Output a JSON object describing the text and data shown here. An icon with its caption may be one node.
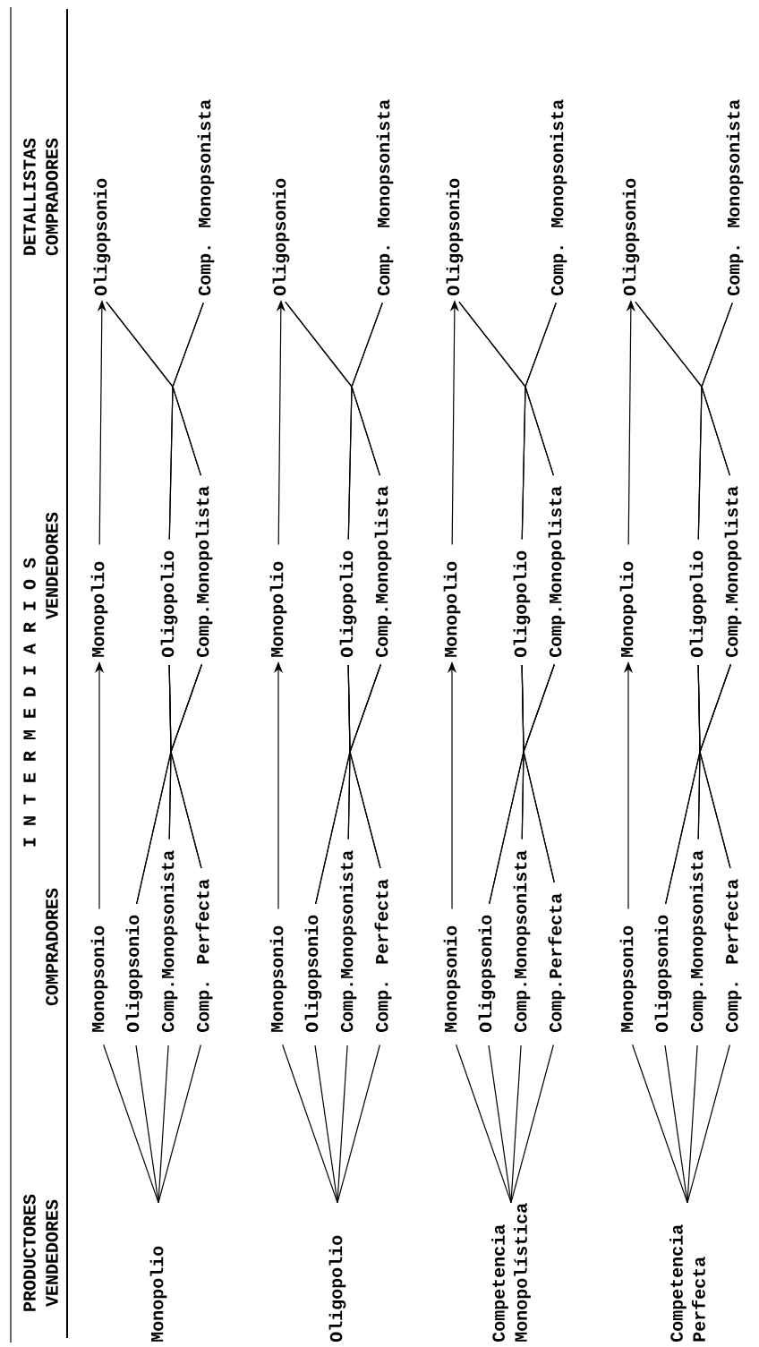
{
  "diagram": {
    "nodes": [
      {
        "text": [
          "Monopolio"
        ]
      },
      {
        "text": [
          "Monopsonio"
        ]
      },
      {
        "text": [
          "Oligopsonio"
        ]
      },
      {
        "text": [
          "Comp.Monopsonista"
        ]
      },
      {
        "text": [
          "Comp. Perfecta"
        ]
      },
      {
        "text": [
          "Monopolio"
        ]
      },
      {
        "text": [
          "Oligopolio"
        ]
      },
      {
        "text": [
          "Comp.Monopolista"
        ]
      },
      {
        "text": [
          "Oligopsonio"
        ]
      },
      {
        "text": [
          "Comp. Monopsonista"
        ]
      },
      {
        "text": [
          "Oligopolio"
        ]
      },
      {
        "text": [
          "Monopsonio"
        ]
      },
      {
        "text": [
          "Oligopsonio"
        ]
      },
      {
        "text": [
          "Comp.Monopsonista"
        ]
      },
      {
        "text": [
          "Comp. Perfecta"
        ]
      },
      {
        "text": [
          "Monopolio"
        ]
      },
      {
        "text": [
          "Oligopolio"
        ]
      },
      {
        "text": [
          "Comp.Monopolista"
        ]
      },
      {
        "text": [
          "Oligopsonio"
        ]
      },
      {
        "text": [
          "Comp. Monopsonista"
        ]
      },
      {
        "text": [
          "Competencia Monopolística"
        ]
      },
      {
        "text": [
          "Monopsonio"
        ]
      },
      {
        "text": [
          "Oligopsonio"
        ]
      },
      {
        "text": [
          "Comp.Monopsonista"
        ]
      },
      {
        "text": [
          "Comp.Perfecta"
        ]
      },
      {
        "text": [
          "Monopolio"
        ]
      },
      {
        "text": [
          "Oligopolio"
        ]
      },
      {
        "text": [
          "Comp.Monopolista"
        ]
      },
      {
        "text": [
          "Oligopsonio"
        ]
      },
      {
        "text": [
          "Comp. Monopsonista"
        ]
      },
      {
        "text": [
          "Competencia Perfecta"
        ]
      },
      {
        "text": [
          "Monopsonio"
        ]
      },
      {
        "text": [
          "Oligopsonio"
        ]
      },
      {
        "text": [
          "Comp.Monopsonista"
        ]
      },
      {
        "text": [
          "Comp. Perfecta"
        ]
      },
      {
        "text": [
          "Monopolio"
        ]
      },
      {
        "text": [
          "Oligopolio"
        ]
      },
      {
        "text": [
          "Comp.Monopolista"
        ]
      },
      {
        "text": [
          "Oligopsonio"
        ]
      },
      {
        "text": [
          "Comp. Monopsonista"
        ]
      }
    ],
    "edges": [
      {
        "from": 0,
        "to": 1,
        "arrow": "none"
      },
      {
        "from": 0,
        "to": 2,
        "arrow": "none"
      },
      {
        "from": 0,
        "to": 3,
        "arrow": "none"
      },
      {
        "from": 0,
        "to": 4,
        "arrow": "none"
      },
      {
        "from": 1,
        "to": 5,
        "arrow": "to"
      },
      {
        "from": 2,
        "to": 6,
        "arrow": "none"
      },
      {
        "from": 2,
        "to": 7,
        "arrow": "none"
      },
      {
        "from": 3,
        "to": 6,
        "arrow": "none"
      },
      {
        "from": 3,
        "to": 7,
        "arrow": "none"
      },
      {
        "from": 4,
        "to": 6,
        "arrow": "none"
      },
      {
        "from": 4,
        "to": 7,
        "arrow": "none"
      },
      {
        "from": 5,
        "to": 8,
        "arrow": "to"
      },
      {
        "from": 6,
        "to": 8,
        "arrow": "none"
      },
      {
        "from": 6,
        "to": 9,
        "arrow": "none"
      },
      {
        "from": 7,
        "to": 8,
        "arrow": "none"
      },
      {
        "from": 7,
        "to": 9,
        "arrow": "none"
      },
      {
        "from": 10,
        "to": 11,
        "arrow": "none"
      },
      {
        "from": 10,
        "to": 12,
        "arrow": "none"
      },
      {
        "from": 10,
        "to": 13,
        "arrow": "none"
      },
      {
        "from": 10,
        "to": 14,
        "arrow": "none"
      },
      {
        "from": 11,
        "to": 15,
        "arrow": "to"
      },
      {
        "from": 12,
        "to": 16,
        "arrow": "none"
      },
      {
        "from": 12,
        "to": 17,
        "arrow": "none"
      },
      {
        "from": 13,
        "to": 16,
        "arrow": "none"
      },
      {
        "from": 13,
        "to": 17,
        "arrow": "none"
      },
      {
        "from": 14,
        "to": 16,
        "arrow": "none"
      },
      {
        "from": 14,
        "to": 17,
        "arrow": "none"
      },
      {
        "from": 15,
        "to": 18,
        "arrow": "to"
      },
      {
        "from": 16,
        "to": 18,
        "arrow": "none"
      },
      {
        "from": 16,
        "to": 19,
        "arrow": "none"
      },
      {
        "from": 17,
        "to": 18,
        "arrow": "none"
      },
      {
        "from": 17,
        "to": 19,
        "arrow": "none"
      },
      {
        "from": 20,
        "to": 21,
        "arrow": "none"
      },
      {
        "from": 20,
        "to": 22,
        "arrow": "none"
      },
      {
        "from": 20,
        "to": 23,
        "arrow": "none"
      },
      {
        "from": 20,
        "to": 24,
        "arrow": "none"
      },
      {
        "from": 21,
        "to": 25,
        "arrow": "to"
      },
      {
        "from": 22,
        "to": 26,
        "arrow": "none"
      },
      {
        "from": 22,
        "to": 27,
        "arrow": "none"
      },
      {
        "from": 23,
        "to": 26,
        "arrow": "none"
      },
      {
        "from": 23,
        "to": 27,
        "arrow": "none"
      },
      {
        "from": 24,
        "to": 26,
        "arrow": "none"
      },
      {
        "from": 24,
        "to": 27,
        "arrow": "none"
      },
      {
        "from": 25,
        "to": 28,
        "arrow": "to"
      },
      {
        "from": 26,
        "to": 28,
        "arrow": "none"
      },
      {
        "from": 26,
        "to": 29,
        "arrow": "none"
      },
      {
        "from": 27,
        "to": 28,
        "arrow": "none"
      },
      {
        "from": 27,
        "to": 29,
        "arrow": "none"
      },
      {
        "from": 30,
        "to": 31,
        "arrow": "none"
      },
      {
        "from": 30,
        "to": 32,
        "arrow": "none"
      },
      {
        "from": 30,
        "to": 33,
        "arrow": "none"
      },
      {
        "from": 30,
        "to": 34,
        "arrow": "none"
      },
      {
        "from": 31,
        "to": 35,
        "arrow": "to"
      },
      {
        "from": 32,
        "to": 36,
        "arrow": "none"
      },
      {
        "from": 32,
        "to": 37,
        "arrow": "none"
      },
      {
        "from": 33,
        "to": 36,
        "arrow": "none"
      },
      {
        "from": 33,
        "to": 37,
        "arrow": "none"
      },
      {
        "from": 34,
        "to": 36,
        "arrow": "none"
      },
      {
        "from": 34,
        "to": 37,
        "arrow": "none"
      },
      {
        "from": 35,
        "to": 38,
        "arrow": "to"
      },
      {
        "from": 36,
        "to": 38,
        "arrow": "none"
      },
      {
        "from": 36,
        "to": 39,
        "arrow": "none"
      },
      {
        "from": 37,
        "to": 38,
        "arrow": "none"
      },
      {
        "from": 37,
        "to": 39,
        "arrow": "none"
      }
    ],
    "labels": [
      "PRODUCTORES VENDEDORES",
      "I N T E R M E D I A R I O S",
      "COMPRADORES",
      "VENDEDORES",
      "DETALLISTAS COMPRADORES"
    ]
  }
}
